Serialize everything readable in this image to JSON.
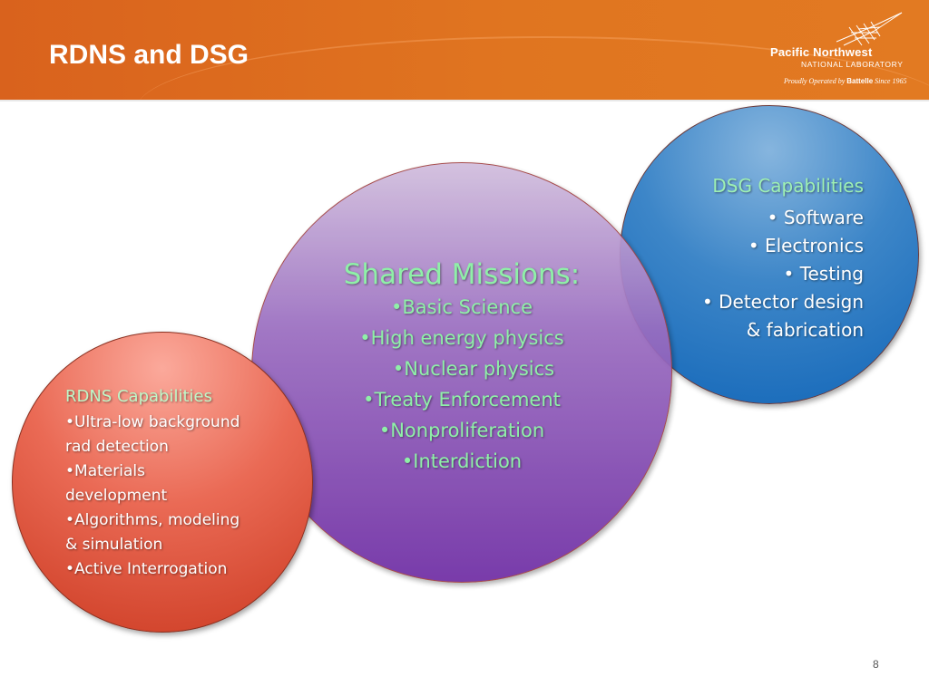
{
  "header": {
    "title": "RDNS and DSG",
    "logo": {
      "name": "Pacific Northwest",
      "subname": "NATIONAL LABORATORY",
      "tagline_pre": "Proudly Operated by ",
      "tagline_brand": "Battelle",
      "tagline_post": " Since 1965"
    }
  },
  "dsg": {
    "heading": "DSG Capabilities",
    "items": [
      "• Software",
      "• Electronics",
      "• Testing",
      "• Detector design",
      "& fabrication"
    ]
  },
  "shared": {
    "heading": "Shared Missions:",
    "items": [
      "•Basic Science",
      "•High energy physics",
      "•Nuclear physics",
      "•Treaty Enforcement",
      "•Nonproliferation",
      "•Interdiction"
    ]
  },
  "rdns": {
    "heading": "RDNS Capabilities",
    "items": [
      "•Ultra-low background",
      "rad detection",
      "•Materials",
      "development",
      "•Algorithms, modeling",
      "& simulation",
      "•Active Interrogation"
    ]
  },
  "page_number": "8",
  "colors": {
    "header_orange": "#e07520",
    "dsg_blue": "#1266b8",
    "shared_purple": "#6f2da4",
    "rdns_red": "#cc3b22",
    "heading_green": "#8ff0a8"
  }
}
